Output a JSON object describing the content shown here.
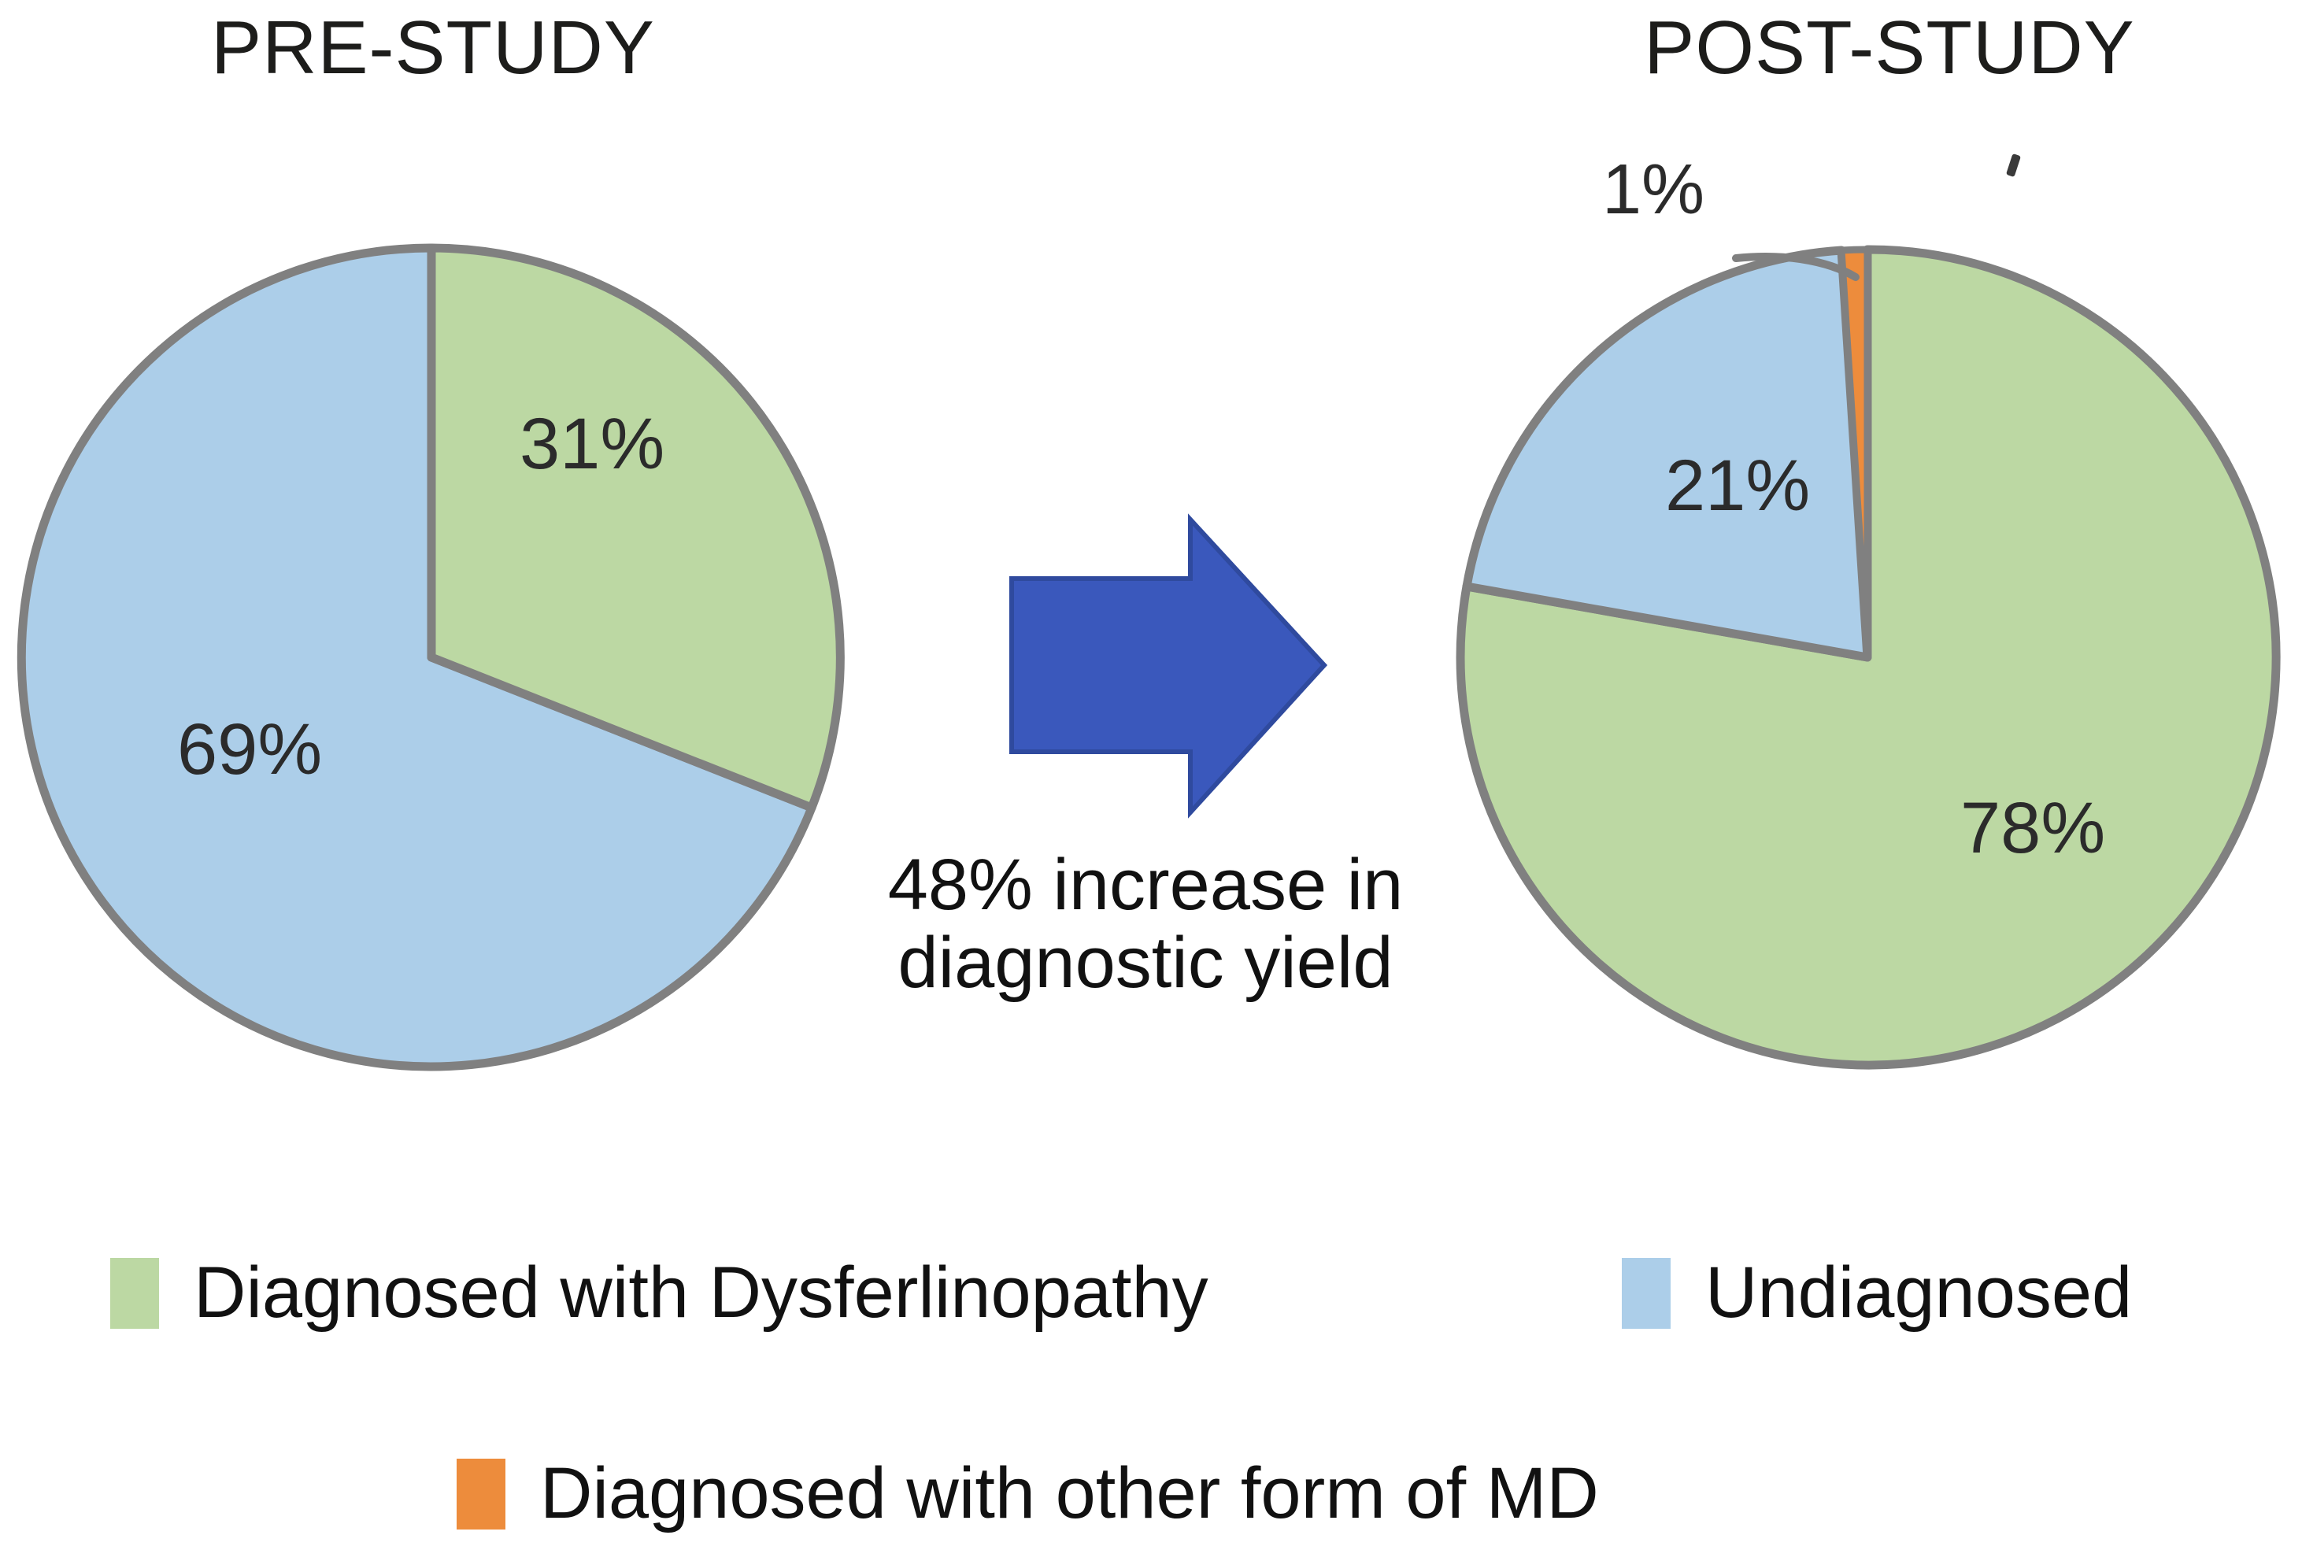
{
  "chart_data": [
    {
      "type": "pie",
      "title": "PRE-STUDY",
      "categories": [
        "Diagnosed with Dysferlinopathy",
        "Undiagnosed"
      ],
      "values": [
        31,
        69
      ],
      "value_labels": [
        "31%",
        "69%"
      ],
      "colors": [
        "#BCD8A3",
        "#ACCEE9"
      ],
      "start_angle_deg": 0,
      "direction": "clockwise",
      "units": "percent",
      "legend_position": "bottom",
      "grid": false
    },
    {
      "type": "pie",
      "title": "POST-STUDY",
      "categories": [
        "Diagnosed with Dysferlinopathy",
        "Undiagnosed",
        "Diagnosed with other form of MD"
      ],
      "values": [
        78,
        21,
        1
      ],
      "value_labels": [
        "78%",
        "21%",
        "1%"
      ],
      "colors": [
        "#BCD8A3",
        "#ACCEE9",
        "#ED8C3C"
      ],
      "start_angle_deg": 0,
      "direction": "clockwise",
      "units": "percent",
      "legend_position": "bottom",
      "grid": false
    }
  ],
  "titles": {
    "pre": "PRE-STUDY",
    "post": "POST-STUDY"
  },
  "labels": {
    "pre_green": "31%",
    "pre_blue": "69%",
    "post_green": "78%",
    "post_blue": "21%",
    "post_orange": "1%"
  },
  "annotation": {
    "line1": "48% increase in",
    "line2": "diagnostic yield"
  },
  "legend": {
    "items": [
      {
        "label": "Diagnosed with Dysferlinopathy",
        "color": "#BCD8A3"
      },
      {
        "label": "Undiagnosed",
        "color": "#ACCEE9"
      },
      {
        "label": "Diagnosed with other form of MD",
        "color": "#ED8C3C"
      }
    ]
  },
  "colors": {
    "green": "#BCD8A3",
    "blue": "#ACCEE9",
    "orange": "#ED8C3C",
    "slice_border": "#808080",
    "arrow": "#3A58BC",
    "arrow_border": "#2F4A9E",
    "text": "#111111",
    "background": "#FFFFFF"
  },
  "arrow": {
    "direction": "right",
    "name": "transition-arrow"
  }
}
